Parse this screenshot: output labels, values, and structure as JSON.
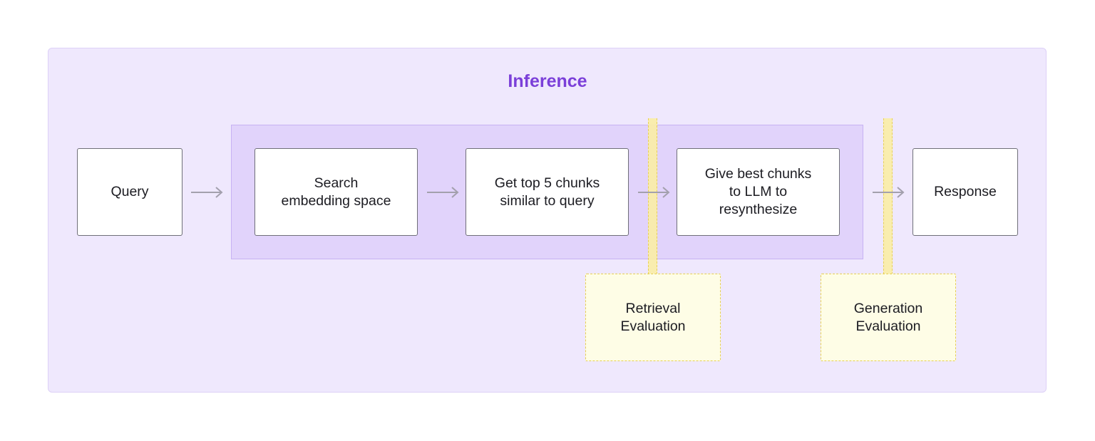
{
  "diagram": {
    "title": "Inference",
    "nodes": {
      "query": "Query",
      "search": "Search\nembedding space",
      "top5": "Get top 5 chunks\nsimilar to query",
      "give": "Give best chunks\nto LLM to\nresynthesize",
      "response": "Response"
    },
    "evaluations": {
      "retrieval": "Retrieval\nEvaluation",
      "generation": "Generation\nEvaluation"
    },
    "colors": {
      "title": "#7b3fd9",
      "panel_fill": "#efe8fd",
      "group_fill": "#e1d3fb",
      "highlight_yellow": "#fbeea6",
      "arrow": "#a3a0ad"
    }
  }
}
